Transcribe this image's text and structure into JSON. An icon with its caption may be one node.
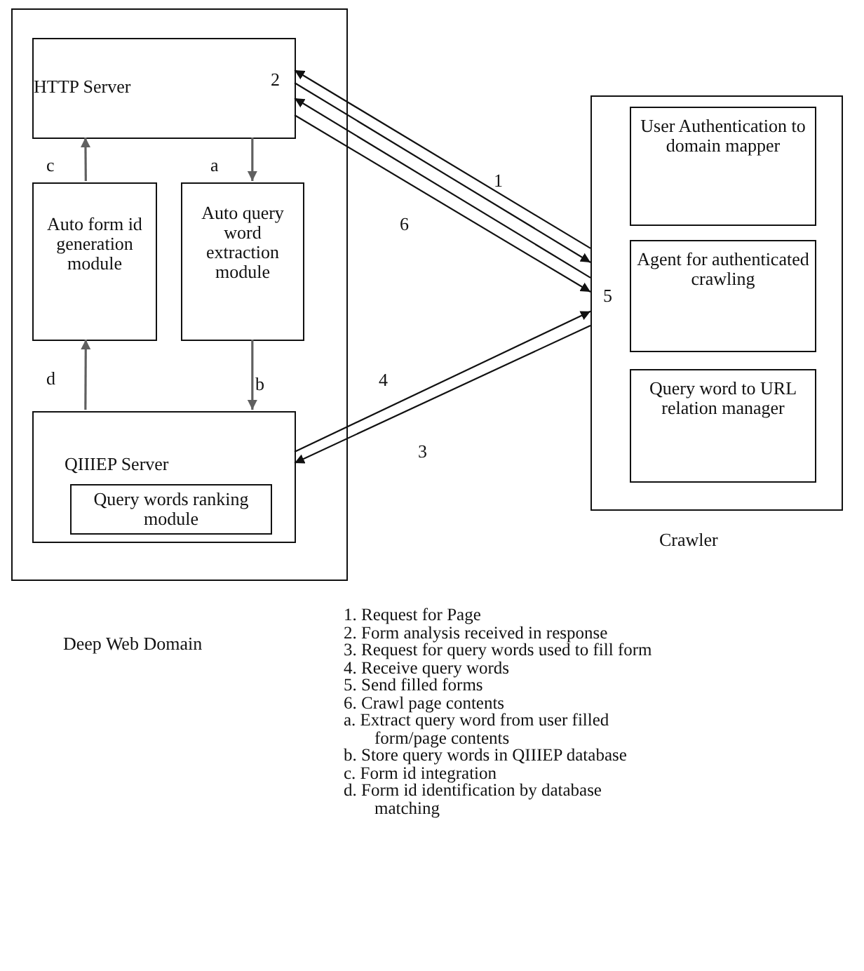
{
  "diagram": {
    "nodes": [
      {
        "text": [
          "Deep Web Domain"
        ]
      },
      {
        "text": [
          "HTTP Server"
        ],
        "in": 0
      },
      {
        "text": [
          "Auto form id generation module"
        ],
        "in": 0
      },
      {
        "text": [
          "Auto query word extraction module"
        ],
        "in": 0
      },
      {
        "text": [
          "QIIIEP Server"
        ],
        "in": 0
      },
      {
        "text": [
          "Query words ranking module"
        ],
        "in": 4
      },
      {
        "text": [
          "Crawler"
        ]
      },
      {
        "text": [
          "User Authentication to domain mapper"
        ],
        "in": 6
      },
      {
        "text": [
          "Agent for authenticated crawling"
        ],
        "in": 6
      },
      {
        "text": [
          "Query word to URL relation manager"
        ],
        "in": 6
      }
    ],
    "edges": [
      {
        "from": 6,
        "to": 1,
        "arrow": "to"
      },
      {
        "from": 1,
        "to": 6,
        "arrow": "to"
      },
      {
        "from": 6,
        "to": 1,
        "arrow": "to"
      },
      {
        "from": 1,
        "to": 6,
        "arrow": "to"
      },
      {
        "from": 4,
        "to": 6,
        "arrow": "to"
      },
      {
        "from": 6,
        "to": 4,
        "arrow": "to"
      },
      {
        "from": 1,
        "to": 3,
        "arrow": "to",
        "color": "#606060"
      },
      {
        "from": 3,
        "to": 4,
        "arrow": "to",
        "color": "#606060"
      },
      {
        "from": 4,
        "to": 2,
        "arrow": "to",
        "color": "#606060"
      },
      {
        "from": 2,
        "to": 1,
        "arrow": "to",
        "color": "#606060"
      }
    ],
    "labels": [
      "2",
      "c",
      "a",
      "1",
      "6",
      "5",
      "d",
      "b",
      "4",
      "3",
      "1. Request for Page",
      "2. Form analysis received in response",
      "3. Request for query words used to fill form",
      "4. Receive query words",
      "5. Send filled forms",
      "6. Crawl page contents",
      "a. Extract query word from user filled form/page contents",
      "b. Store query words in QIIIEP database",
      "c. Form id integration",
      "d. Form id identification by database matching"
    ]
  }
}
